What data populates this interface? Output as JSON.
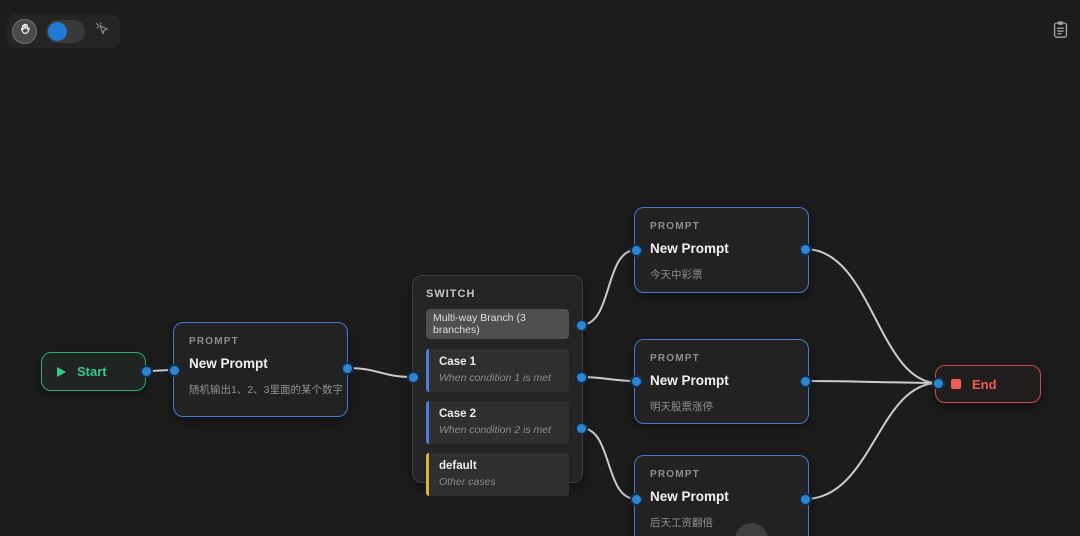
{
  "toolbar": {
    "hand_tool_icon": "hand-grab",
    "interaction_toggle_state": "on-left",
    "smart_cursor_icon": "cursor-sparkles",
    "clipboard_icon": "clipboard-notes"
  },
  "colors": {
    "canvas_bg": "#1c1c1d",
    "edge": "#cccccc",
    "port_blue": "#2e86d1",
    "prompt_border_blue": "#4679d2",
    "start_green": "#36c98c",
    "end_red": "#ef5a5a",
    "case_accent_blue": "#4a80dd",
    "case_accent_yellow": "#d4b83c",
    "toggle_blue": "#1f7ad4"
  },
  "nodes": {
    "start": {
      "label": "Start"
    },
    "prompt1": {
      "type_label": "PROMPT",
      "title": "New Prompt",
      "description": "随机输出1、2、3里面的某个数字"
    },
    "switch": {
      "type_label": "SWITCH",
      "badge": "Multi-way Branch (3 branches)",
      "cases": [
        {
          "title": "Case 1",
          "subtitle": "When condition 1 is met",
          "accent": "#4a80dd"
        },
        {
          "title": "Case 2",
          "subtitle": "When condition 2 is met",
          "accent": "#4a80dd"
        },
        {
          "title": "default",
          "subtitle": "Other cases",
          "accent": "#d4b83c"
        }
      ]
    },
    "prompt_top": {
      "type_label": "PROMPT",
      "title": "New Prompt",
      "description": "今天中彩票"
    },
    "prompt_mid": {
      "type_label": "PROMPT",
      "title": "New Prompt",
      "description": "明天股票涨停"
    },
    "prompt_bottom": {
      "type_label": "PROMPT",
      "title": "New Prompt",
      "description": "后天工资翻倍"
    },
    "end": {
      "label": "End"
    }
  }
}
